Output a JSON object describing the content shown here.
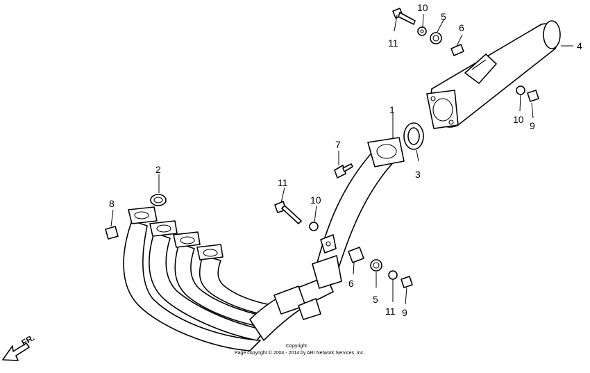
{
  "diagram": {
    "callouts": [
      {
        "id": "c1",
        "label": "1"
      },
      {
        "id": "c2",
        "label": "2"
      },
      {
        "id": "c3",
        "label": "3"
      },
      {
        "id": "c4",
        "label": "4"
      },
      {
        "id": "c5a",
        "label": "5"
      },
      {
        "id": "c5b",
        "label": "5"
      },
      {
        "id": "c6a",
        "label": "6"
      },
      {
        "id": "c6b",
        "label": "6"
      },
      {
        "id": "c7",
        "label": "7"
      },
      {
        "id": "c8",
        "label": "8"
      },
      {
        "id": "c9a",
        "label": "9"
      },
      {
        "id": "c9b",
        "label": "9"
      },
      {
        "id": "c10a",
        "label": "10"
      },
      {
        "id": "c10b",
        "label": "10"
      },
      {
        "id": "c10c",
        "label": "10"
      },
      {
        "id": "c11a",
        "label": "11"
      },
      {
        "id": "c11b",
        "label": "11"
      }
    ],
    "direction_label": "FR.",
    "copyright_title": "Copyright",
    "copyright_line": "Page copyright © 2004 - 2014 by ARI Network Services, Inc."
  }
}
